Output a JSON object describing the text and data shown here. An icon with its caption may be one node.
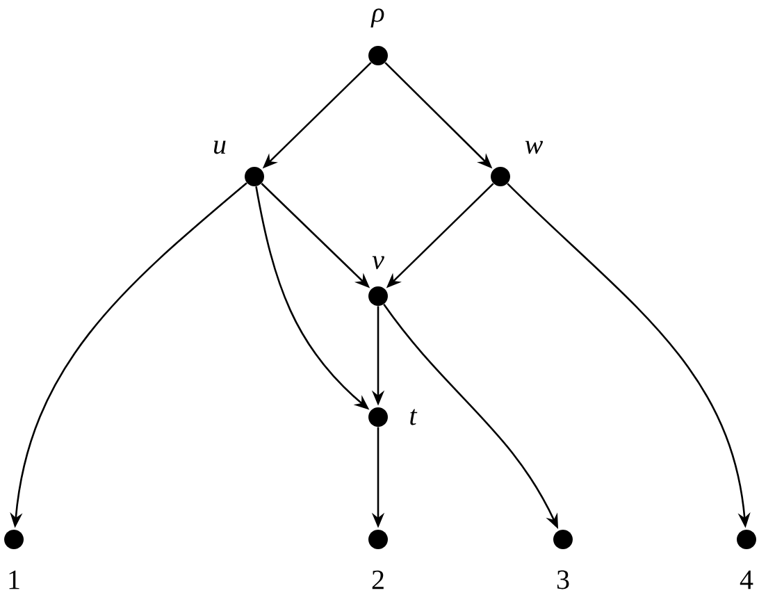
{
  "diagram": {
    "nodes": [
      {
        "text": [],
        "shape": "circle",
        "beside": [
          "ρ"
        ]
      },
      {
        "text": [],
        "shape": "circle",
        "beside": [
          "u"
        ]
      },
      {
        "text": [],
        "shape": "circle",
        "beside": [
          "w"
        ]
      },
      {
        "text": [],
        "shape": "circle",
        "beside": [
          "v"
        ]
      },
      {
        "text": [],
        "shape": "circle",
        "beside": [
          "t"
        ]
      },
      {
        "text": [],
        "shape": "circle",
        "beside": [
          "1"
        ]
      },
      {
        "text": [],
        "shape": "circle",
        "beside": [
          "2"
        ]
      },
      {
        "text": [],
        "shape": "circle",
        "beside": [
          "3"
        ]
      },
      {
        "text": [],
        "shape": "circle",
        "beside": [
          "4"
        ]
      }
    ],
    "edges": [
      {
        "from": 0,
        "to": 1,
        "arrow": "to"
      },
      {
        "from": 0,
        "to": 2,
        "arrow": "to"
      },
      {
        "from": 1,
        "to": 3,
        "arrow": "to"
      },
      {
        "from": 2,
        "to": 3,
        "arrow": "to"
      },
      {
        "from": 1,
        "to": 5,
        "arrow": "to"
      },
      {
        "from": 1,
        "to": 4,
        "arrow": "to"
      },
      {
        "from": 3,
        "to": 4,
        "arrow": "to"
      },
      {
        "from": 3,
        "to": 7,
        "arrow": "to"
      },
      {
        "from": 2,
        "to": 8,
        "arrow": "to"
      },
      {
        "from": 4,
        "to": 6,
        "arrow": "to"
      }
    ]
  }
}
